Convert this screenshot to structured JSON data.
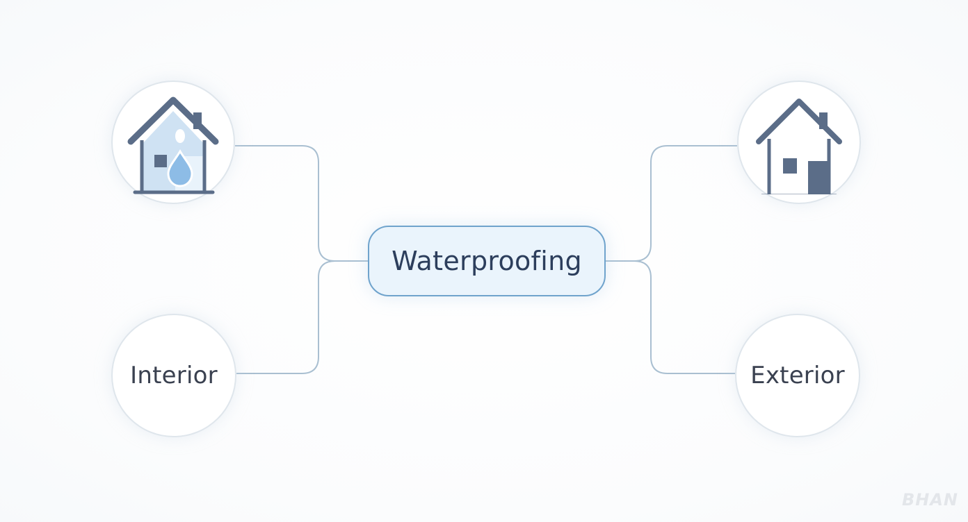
{
  "diagram": {
    "center": {
      "label": "Waterproofing"
    },
    "nodes": [
      {
        "id": "interior-icon-node",
        "icon": "house-water-drop-icon"
      },
      {
        "id": "exterior-icon-node",
        "icon": "house-icon"
      },
      {
        "id": "interior-node",
        "label": "Interior"
      },
      {
        "id": "exterior-node",
        "label": "Exterior"
      }
    ],
    "watermark": "BHAN"
  },
  "colors": {
    "connector": "#a9bfd1",
    "center_border": "#6fa3cc",
    "center_fill": "#eaf4fc",
    "icon_stroke": "#5b6d88",
    "icon_fill_light": "#cfe2f3",
    "water_drop": "#8dbce6"
  }
}
